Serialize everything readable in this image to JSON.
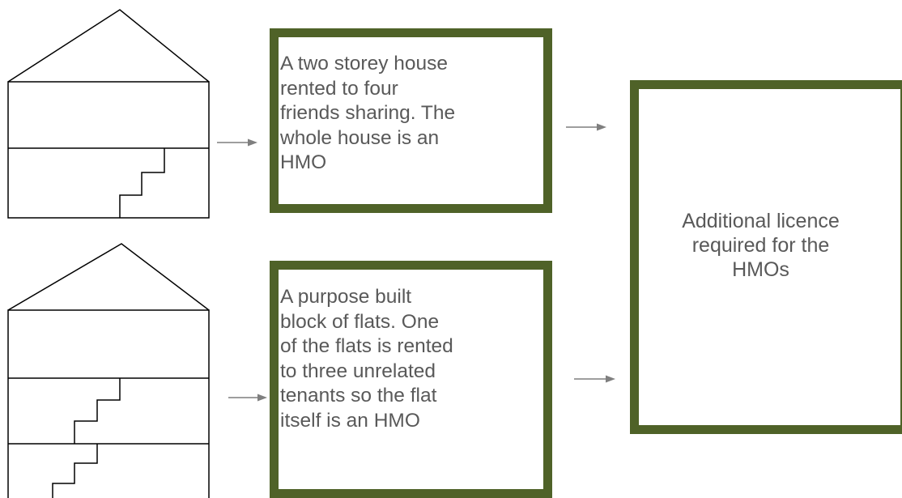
{
  "diagram": {
    "house_box": {
      "text": "A two storey house\nrented to four\nfriends sharing. The\nwhole house is an\nHMO"
    },
    "flats_box": {
      "text": "A purpose built\nblock of flats. One\nof the flats is rented\nto three unrelated\ntenants so the flat\nitself is an HMO"
    },
    "licence_box": {
      "text": "Additional licence\nrequired for the\nHMOs"
    },
    "colors": {
      "box_border": "#4f6228",
      "box_text": "#595959",
      "arrow": "#7f7f7f",
      "drawing_line": "#000000"
    }
  }
}
